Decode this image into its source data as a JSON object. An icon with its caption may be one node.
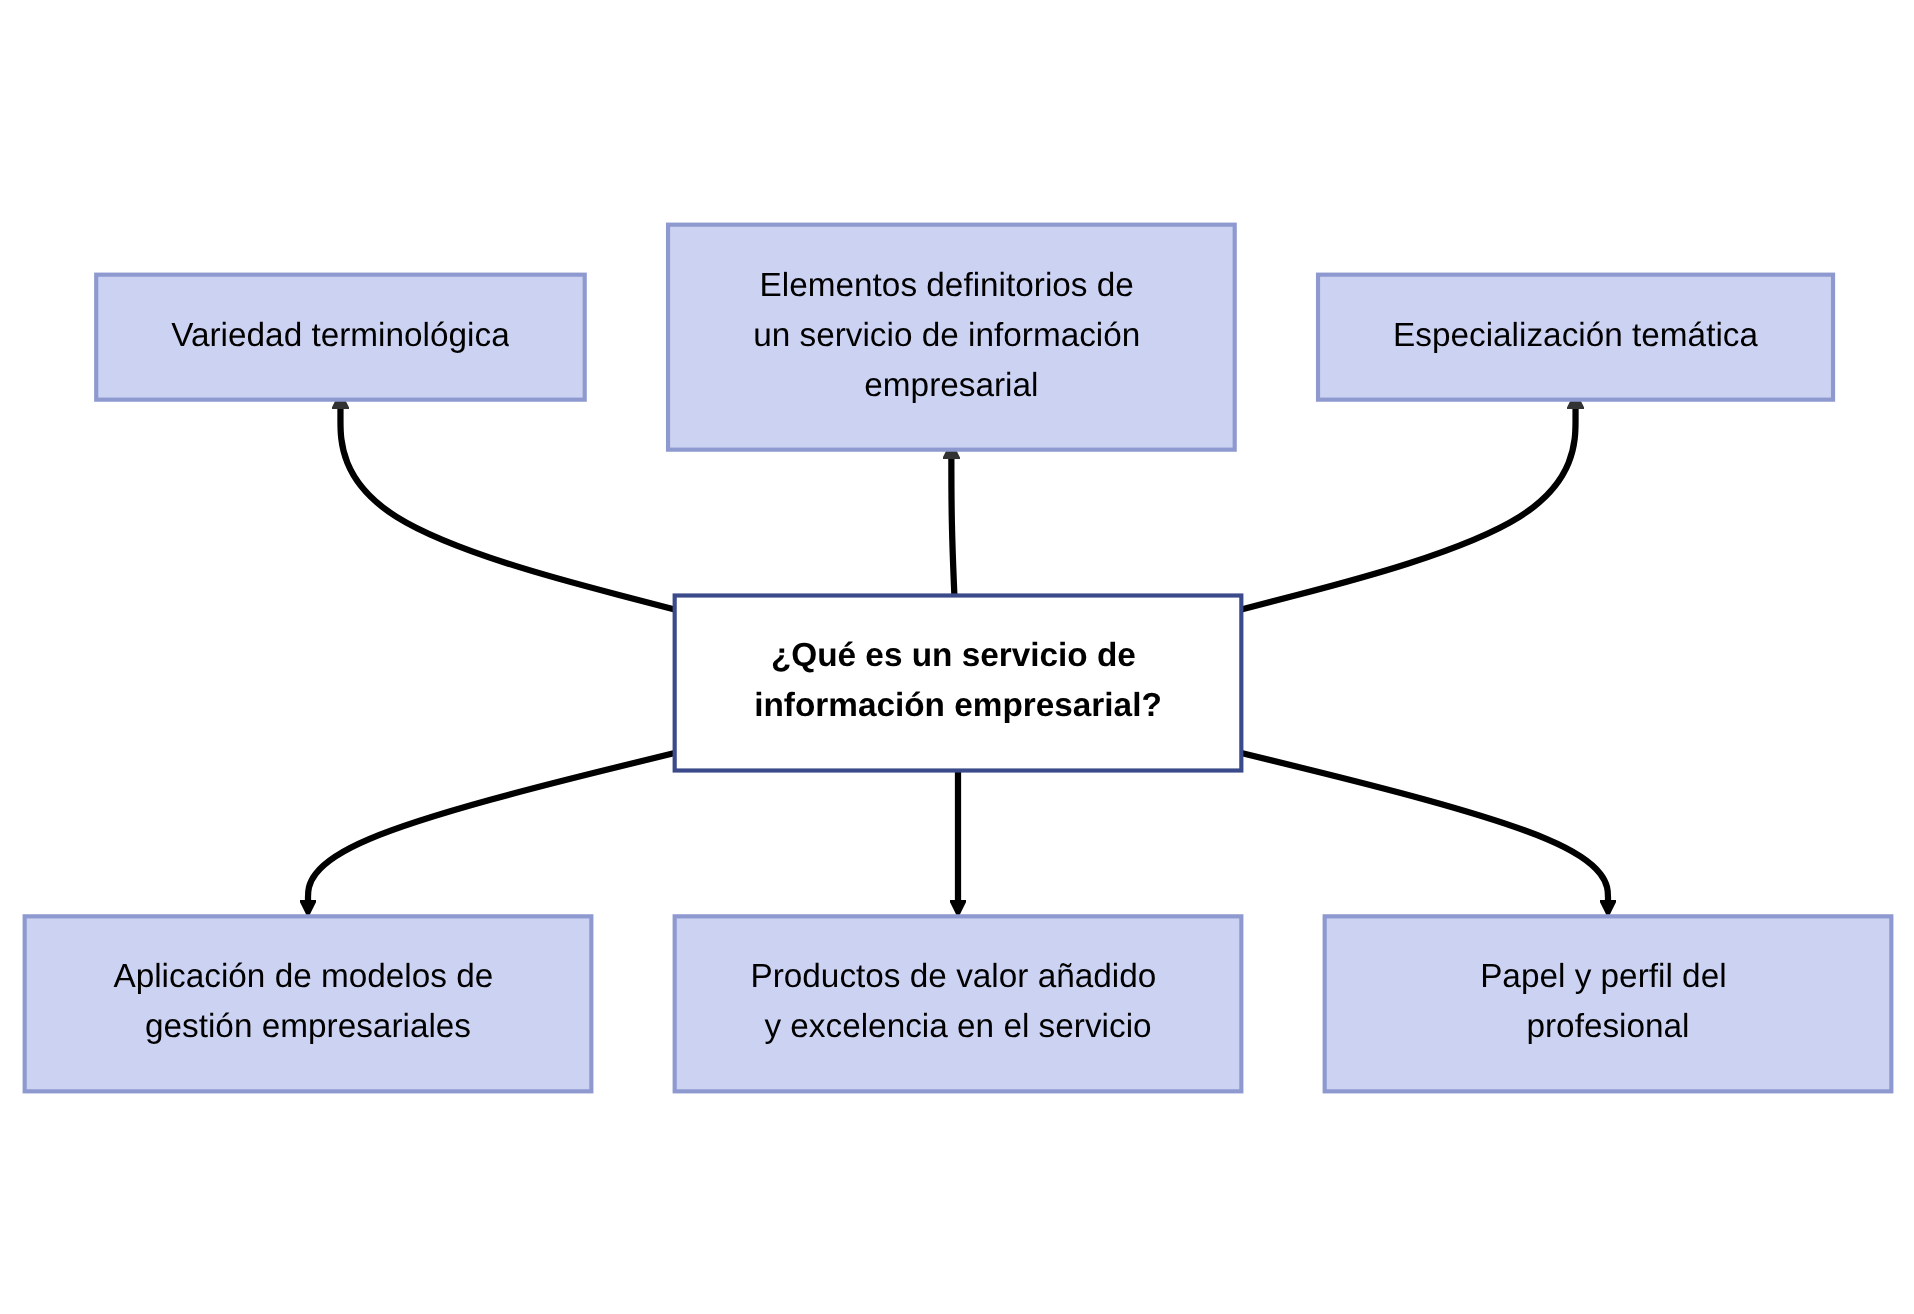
{
  "diagram": {
    "nodes": [
      {
        "text": [
          "Variedad terminológica"
        ]
      },
      {
        "text": [
          "Elementos definitorios de un servicio de información empresarial"
        ]
      },
      {
        "text": [
          "Especialización temática"
        ]
      },
      {
        "text": [
          "¿Qué es un servicio de información empresarial?"
        ]
      },
      {
        "text": [
          "Aplicación de modelos de gestión empresariales"
        ]
      },
      {
        "text": [
          "Productos de valor añadido y excelencia en el servicio"
        ]
      },
      {
        "text": [
          "Papel y perfil del profesional"
        ]
      }
    ],
    "edges": [
      {
        "from": 3,
        "to": 0,
        "arrow": "to"
      },
      {
        "from": 3,
        "to": 1,
        "arrow": "to"
      },
      {
        "from": 3,
        "to": 2,
        "arrow": "to"
      },
      {
        "from": 3,
        "to": 4,
        "arrow": "to"
      },
      {
        "from": 3,
        "to": 5,
        "arrow": "to"
      },
      {
        "from": 3,
        "to": 6,
        "arrow": "to"
      }
    ]
  }
}
